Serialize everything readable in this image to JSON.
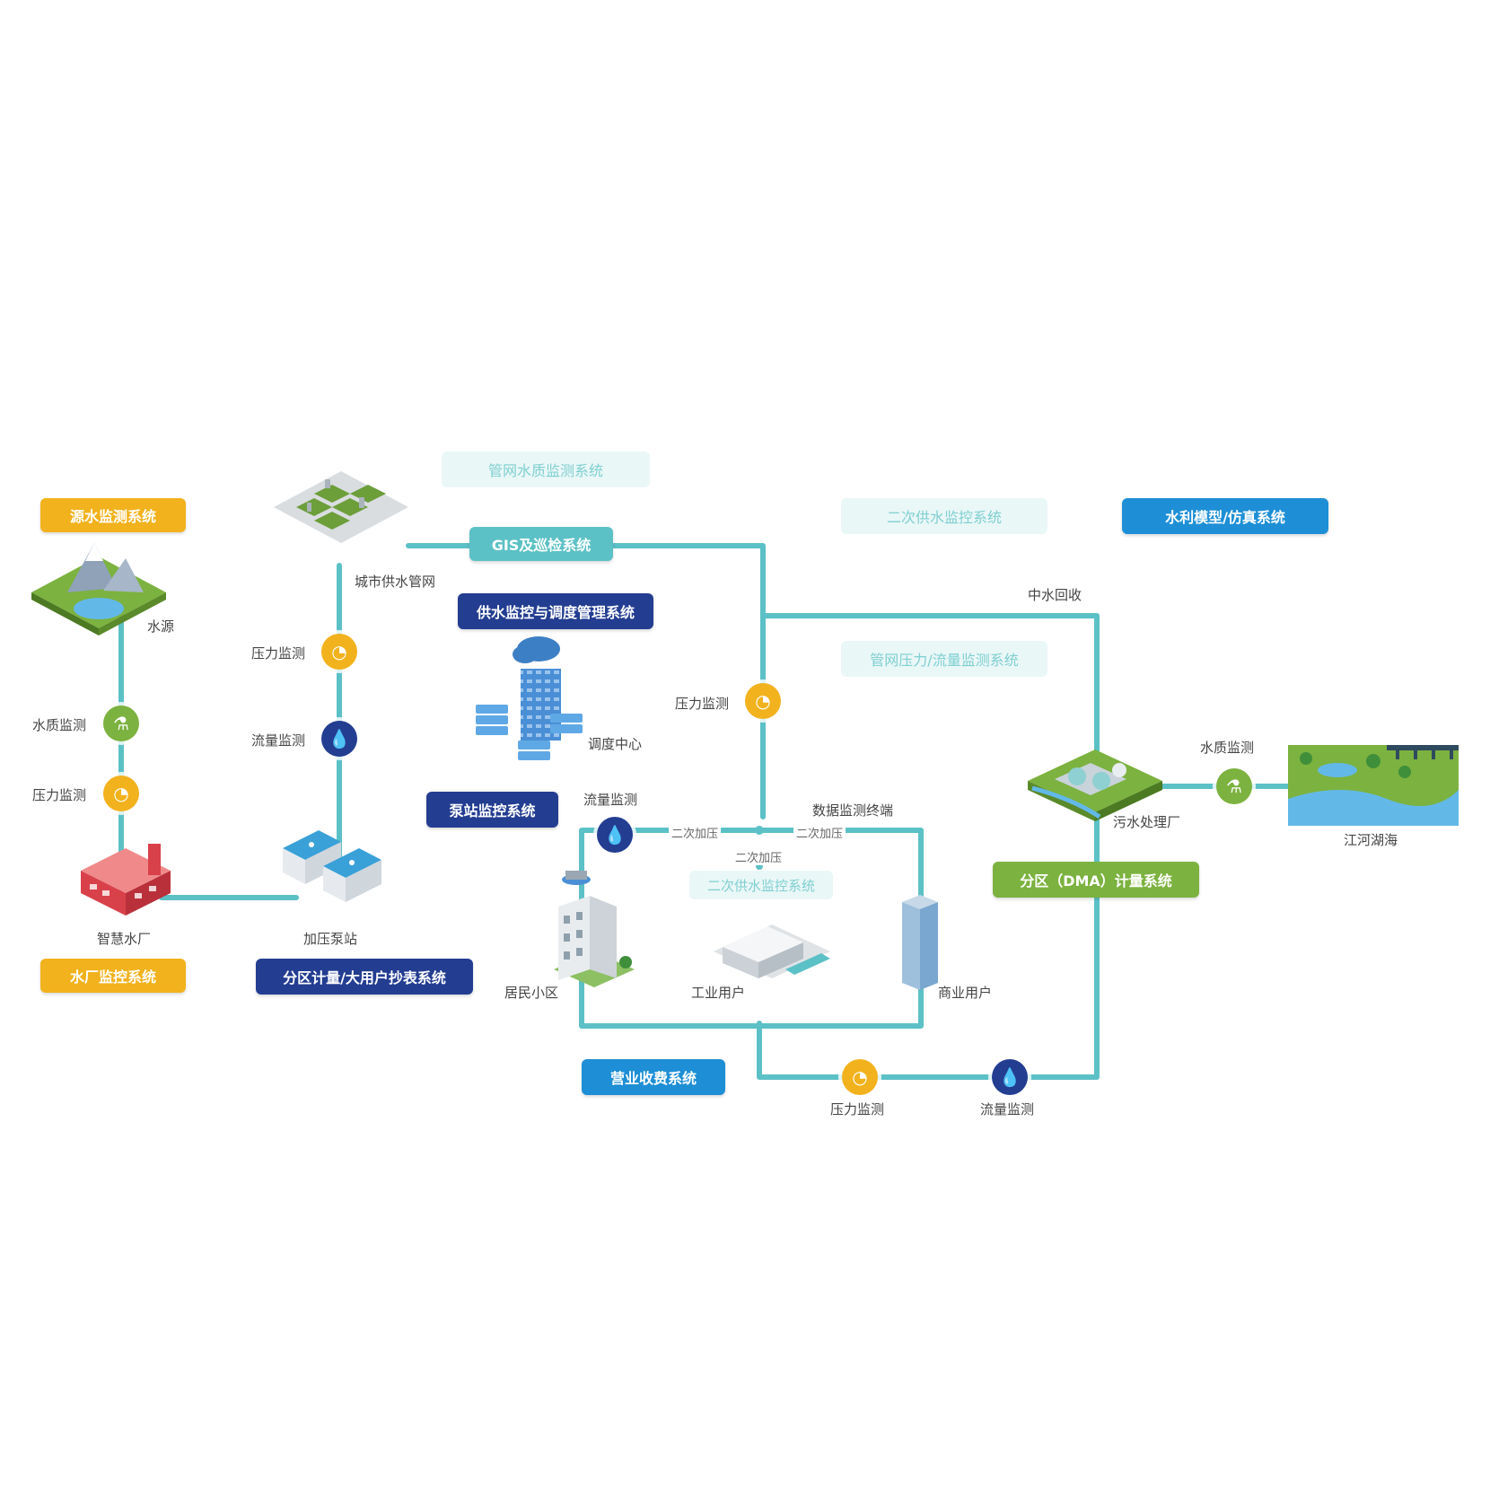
{
  "colors": {
    "pipe": "#5cc1c6",
    "orange": "#f2b21d",
    "navy": "#233d91",
    "blue": "#1e8fd6",
    "green": "#7cb23f"
  },
  "systems": {
    "source_monitor": "源水监测系统",
    "plant_monitor": "水厂监控系统",
    "network_quality": "管网水质监测系统",
    "gis": "GIS及巡检系统",
    "supply_dispatch": "供水监控与调度管理系统",
    "pump_monitor": "泵站监控系统",
    "dma_meter_reading": "分区计量/大用户抄表系统",
    "secondary_supply_top": "二次供水监控系统",
    "secondary_supply_mid": "二次供水监控系统",
    "pressure_flow": "管网压力/流量监测系统",
    "hydro_model": "水利模型/仿真系统",
    "dma_metering": "分区（DMA）计量系统",
    "billing": "营业收费系统"
  },
  "nodes": {
    "water_source": "水源",
    "city_network": "城市供水管网",
    "smart_plant": "智慧水厂",
    "booster_station": "加压泵站",
    "dispatch_center": "调度中心",
    "residential": "居民小区",
    "industrial": "工业用户",
    "commercial": "商业用户",
    "sewage_plant": "污水处理厂",
    "rivers": "江河湖海",
    "reclaimed": "中水回收",
    "data_terminal": "数据监测终端",
    "boost_a": "二次加压",
    "boost_b": "二次加压",
    "boost_c": "二次加压"
  },
  "monitors": {
    "quality_left": "水质监测",
    "pressure_left": "压力监测",
    "pressure_network": "压力监测",
    "flow_network": "流量监测",
    "pressure_mid": "压力监测",
    "flow_mid": "流量监测",
    "quality_right": "水质监测",
    "pressure_bottom": "压力监测",
    "flow_bottom": "流量监测"
  },
  "icons": {
    "pressure": "gauge-icon",
    "flow": "droplet-icon",
    "quality": "flask-icon"
  }
}
